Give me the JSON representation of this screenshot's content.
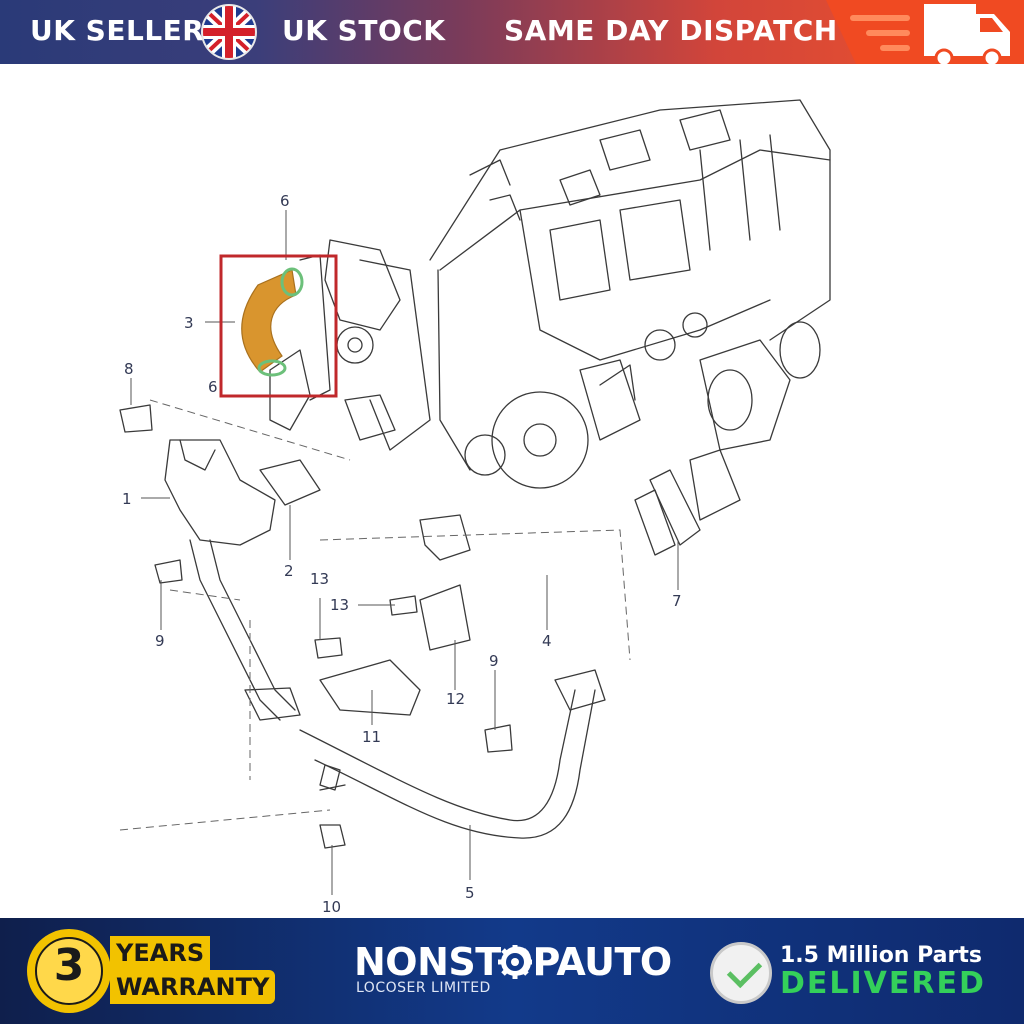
{
  "top_banner": {
    "left_text": "UK SELLER",
    "middle_text": "UK STOCK",
    "right_text": "SAME DAY DISPATCH",
    "icons": [
      "union-jack-flag-icon",
      "delivery-truck-icon"
    ],
    "colors": {
      "start": "#2a3a78",
      "end": "#f0542a",
      "text": "#ffffff"
    }
  },
  "diagram": {
    "part_numbers": [
      "6",
      "3",
      "6",
      "8",
      "1",
      "2",
      "9",
      "13",
      "13",
      "11",
      "12",
      "9",
      "4",
      "7",
      "10",
      "5"
    ],
    "highlight_color": "#c0282b",
    "hose_color": "#d9952e"
  },
  "bottom_banner": {
    "warranty_number": "3",
    "warranty_years": "YEARS",
    "warranty_label": "WARRANTY",
    "brand_name": "NONSTOPAUTO",
    "brand_subtitle": "LOCOSER LIMITED",
    "parts_text": "1.5 Million Parts",
    "delivered_text": "DELIVERED",
    "icons": [
      "checkmark-icon",
      "gear-icon"
    ],
    "colors": {
      "background": "#123a8a",
      "gold": "#f2c200",
      "green": "#34d05a"
    }
  }
}
